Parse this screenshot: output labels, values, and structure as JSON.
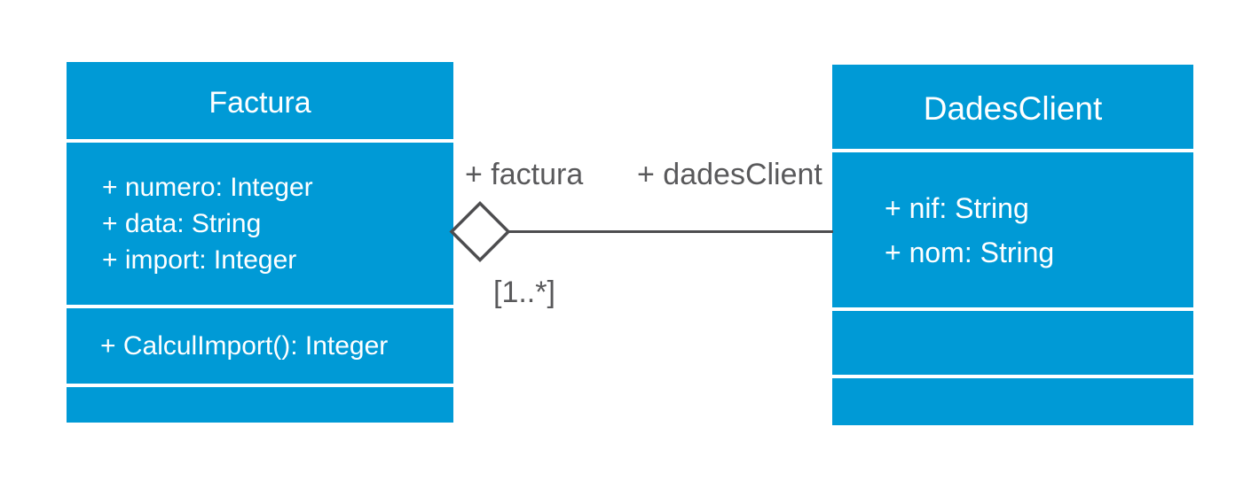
{
  "diagram": {
    "type": "uml-class-diagram",
    "classes": [
      {
        "name": "Factura",
        "attributes": [
          "+ numero: Integer",
          "+ data: String",
          "+ import: Integer"
        ],
        "operations": [
          "+ CalculImport(): Integer"
        ]
      },
      {
        "name": "DadesClient",
        "attributes": [
          "+ nif: String",
          "+ nom: String"
        ],
        "operations": []
      }
    ],
    "association": {
      "kind": "aggregation",
      "left_role": "+ factura",
      "right_role": "+ dadesClient",
      "multiplicity": "[1..*]"
    },
    "colors": {
      "class_fill": "#009ad6",
      "class_text": "#ffffff",
      "connector": "#4d4d4f",
      "label_text": "#59595b",
      "background": "#ffffff"
    }
  }
}
